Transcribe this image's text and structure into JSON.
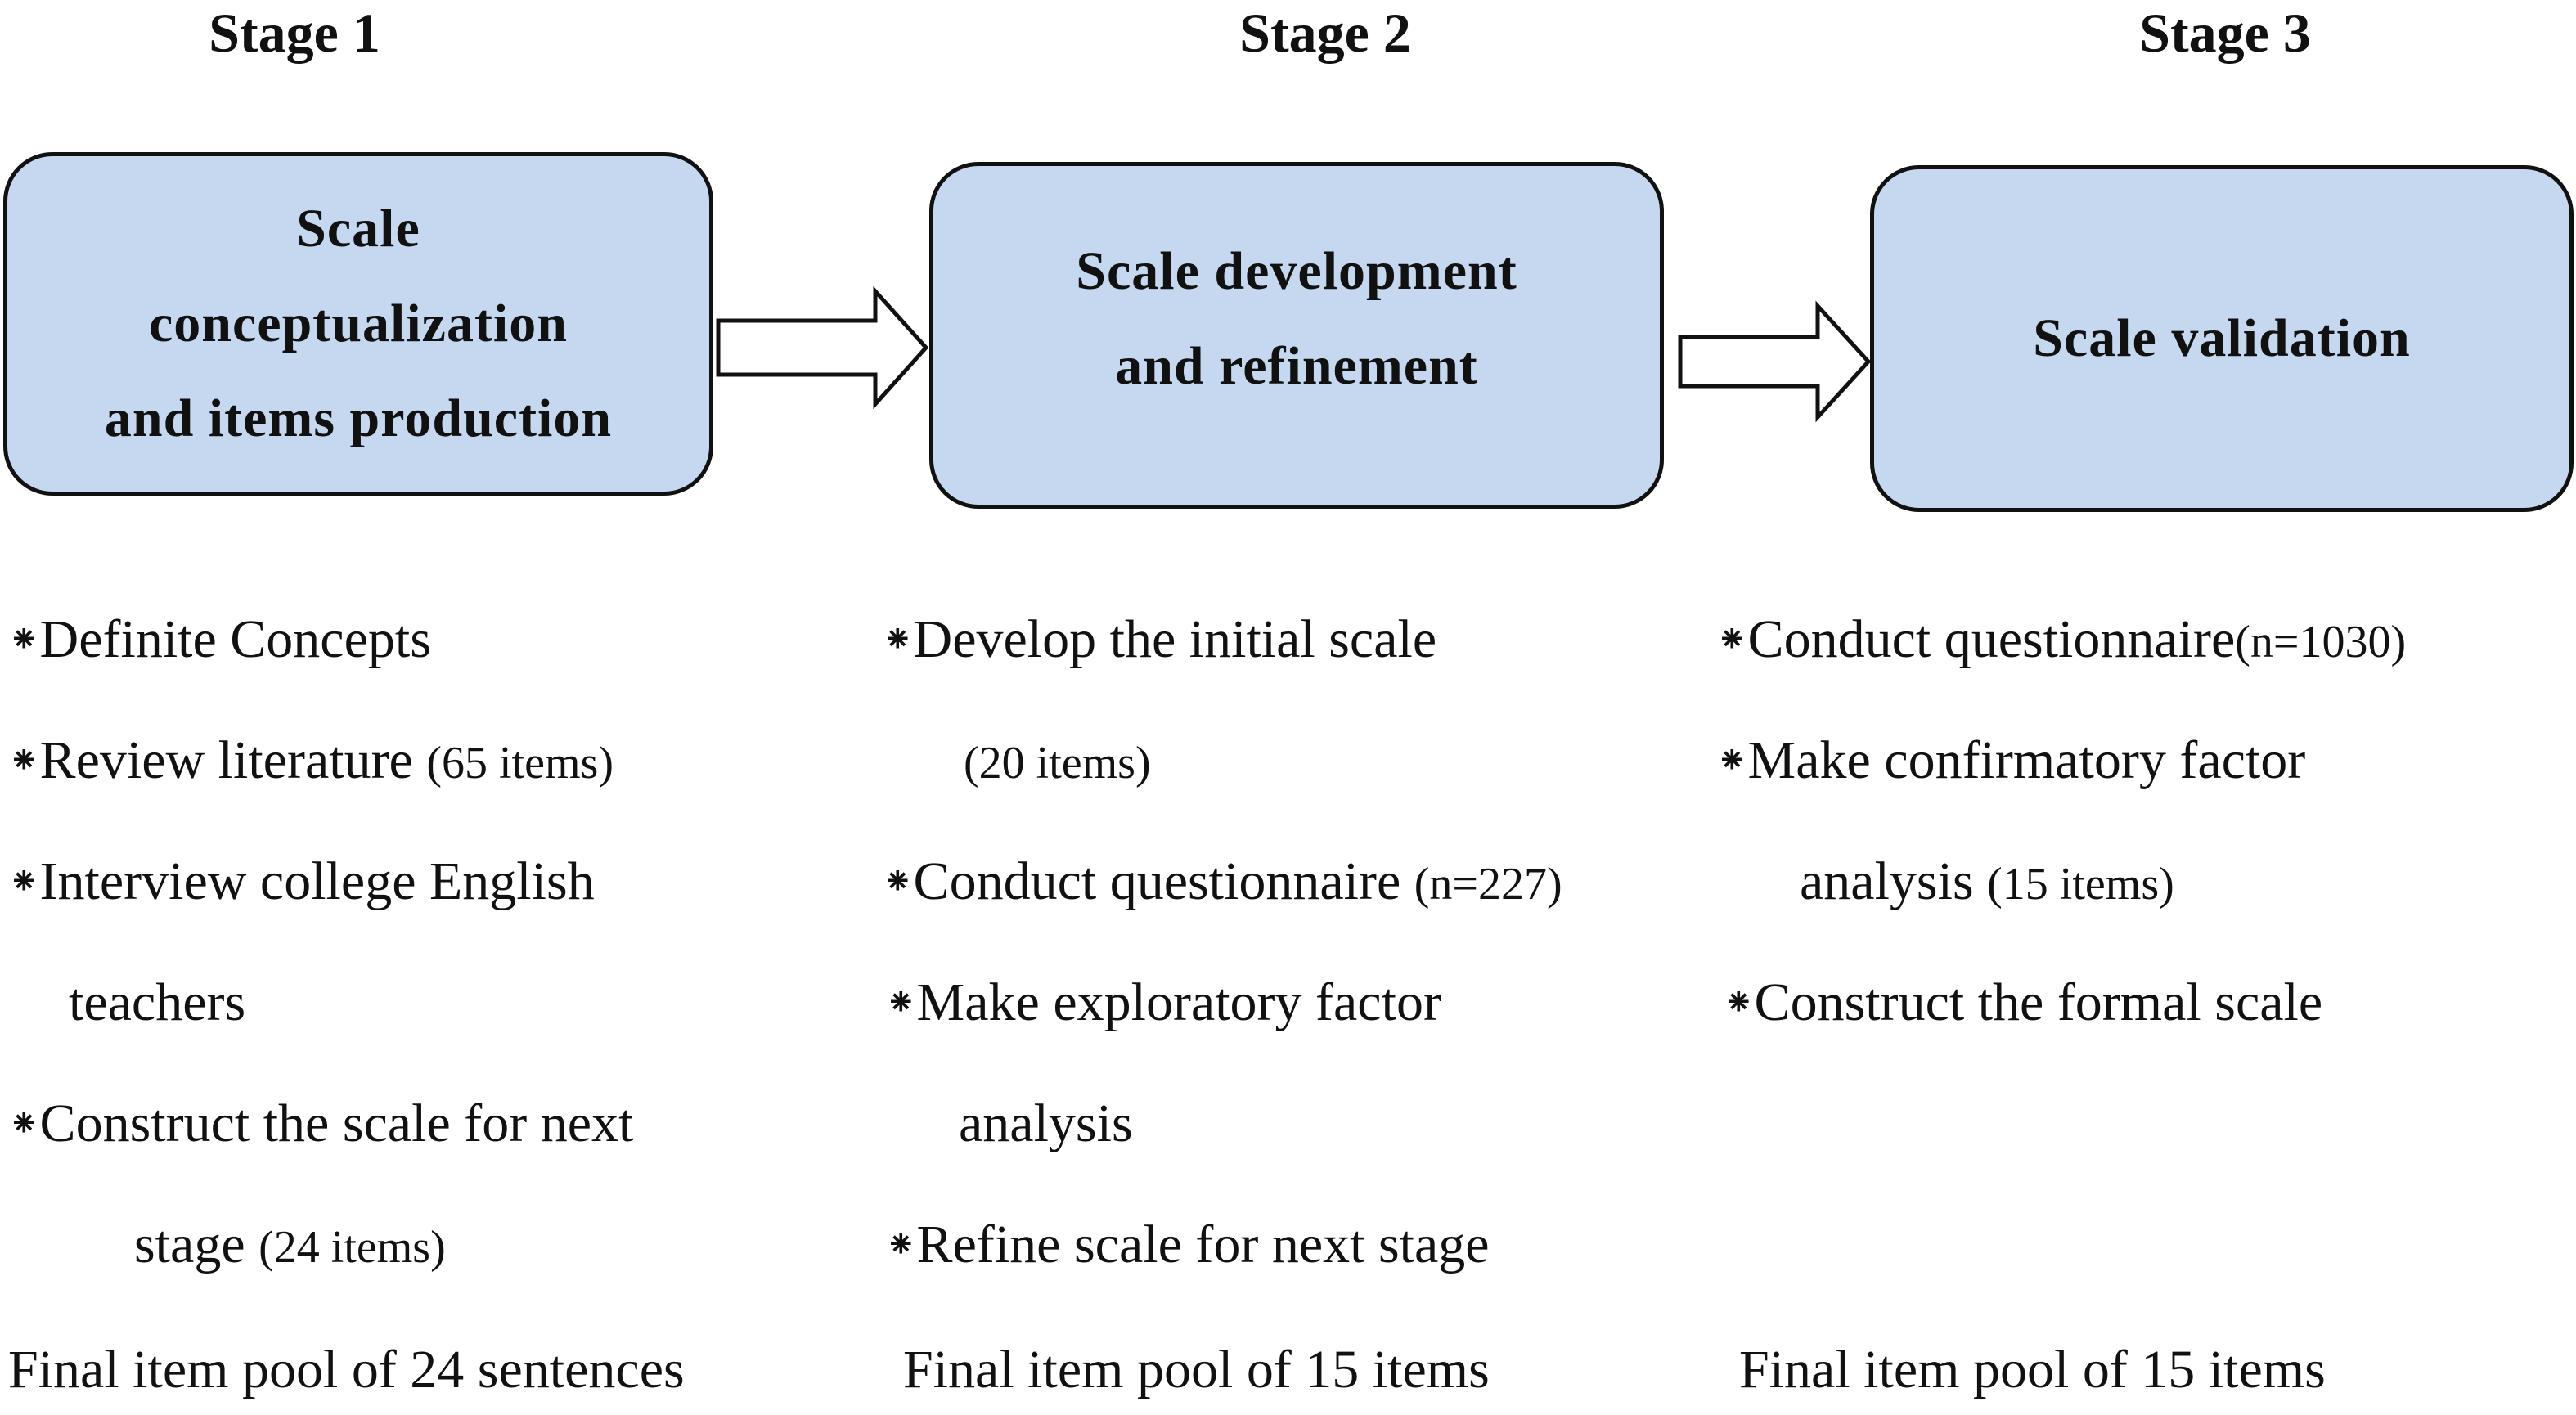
{
  "stages": [
    {
      "title": "Stage 1",
      "box_lines": [
        "Scale",
        "conceptualization",
        "and items production"
      ],
      "bullets": [
        {
          "star": "⁕",
          "text": "Definite Concepts",
          "small": ""
        },
        {
          "star": "⁕",
          "text": "Review literature ",
          "small": "(65 items)"
        },
        {
          "star": "⁕",
          "text": "Interview college English",
          "small": ""
        },
        {
          "star": "",
          "text": "teachers",
          "small": ""
        },
        {
          "star": "⁕",
          "text": "Construct the scale for next",
          "small": ""
        },
        {
          "star": "",
          "text": "stage ",
          "small": "(24 items)"
        }
      ],
      "final": "Final item pool of 24 sentences"
    },
    {
      "title": "Stage 2",
      "box_lines": [
        "Scale development",
        "and refinement"
      ],
      "bullets": [
        {
          "star": "⁕",
          "text": "Develop the initial scale",
          "small": ""
        },
        {
          "star": "",
          "text": "",
          "small": "(20 items)"
        },
        {
          "star": "⁕",
          "text": "Conduct questionnaire ",
          "small": "(n=227)"
        },
        {
          "star": "⁕",
          "text": "Make exploratory factor",
          "small": ""
        },
        {
          "star": "",
          "text": "analysis",
          "small": ""
        },
        {
          "star": "⁕",
          "text": "Refine scale for next stage",
          "small": ""
        }
      ],
      "final": "Final item pool of 15 items"
    },
    {
      "title": "Stage 3",
      "box_lines": [
        "Scale validation"
      ],
      "bullets": [
        {
          "star": "⁕",
          "text": "Conduct questionnaire",
          "small": "(n=1030)"
        },
        {
          "star": "⁕",
          "text": "Make confirmatory factor",
          "small": ""
        },
        {
          "star": "",
          "text": "analysis ",
          "small": "(15 items)"
        },
        {
          "star": "⁕",
          "text": "Construct the formal scale",
          "small": ""
        }
      ],
      "final": "Final item pool of 15 items"
    }
  ]
}
